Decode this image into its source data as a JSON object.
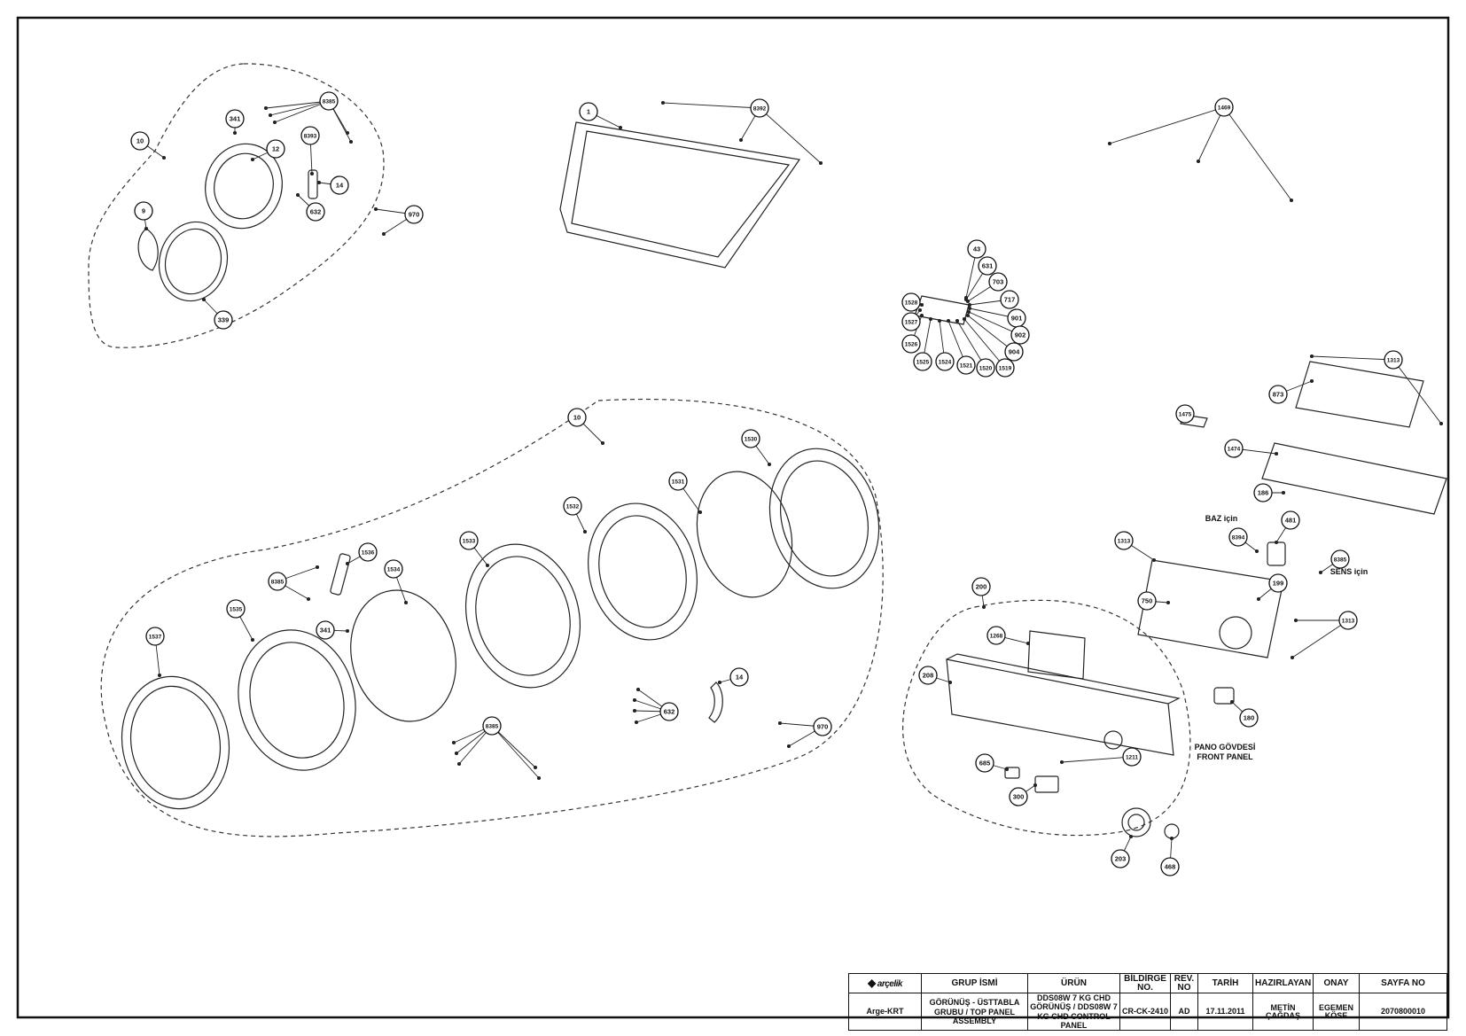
{
  "labels": {
    "group_a": [
      "10",
      "341",
      "8385",
      "8393",
      "12",
      "14",
      "632",
      "9",
      "970",
      "339"
    ],
    "top_panel": [
      "1",
      "8392"
    ],
    "top_right": [
      "1469"
    ],
    "fan": [
      "43",
      "631",
      "703",
      "717",
      "901",
      "902",
      "904",
      "1519",
      "1520",
      "1521",
      "1524",
      "1525",
      "1526",
      "1527",
      "1528"
    ],
    "electronics": [
      "1313",
      "873",
      "1475",
      "1474",
      "186",
      "481",
      "8394",
      "8385",
      "1313",
      "199",
      "750",
      "1313",
      "180"
    ],
    "group_b": [
      "10",
      "1530",
      "1531",
      "1532",
      "1533",
      "1536",
      "8385",
      "1534",
      "1535",
      "341",
      "1537",
      "632",
      "14",
      "8385",
      "970"
    ],
    "control_panel": [
      "200",
      "1268",
      "208",
      "1211",
      "685",
      "300",
      "203",
      "468"
    ]
  },
  "notes": {
    "baz": "BAZ için",
    "sens": "SENS için",
    "pano_line1": "PANO GÖVDESİ",
    "pano_line2": "FRONT PANEL"
  },
  "title_block": {
    "logo": "arçelik",
    "headers": {
      "grup": "GRUP İSMİ",
      "urun": "ÜRÜN",
      "bildirge": "BİLDİRGE NO.",
      "rev": "REV. NO",
      "tarih": "TARİH",
      "hazirlayan": "HAZIRLAYAN",
      "onay": "ONAY",
      "sayfa": "SAYFA NO"
    },
    "values": {
      "department": "Arge-KRT",
      "grup": "GÖRÜNÜŞ - ÜSTTABLA GRUBU / TOP PANEL ASSEMBLY",
      "urun": "DDS08W 7 KG CHD GÖRÜNÜŞ / DDS08W 7 KG CHD CONTROL PANEL",
      "bildirge": "CR-CK-2410",
      "rev": "AD",
      "tarih": "17.11.2011",
      "hazirlayan": "METİN ÇAĞDAŞ",
      "onay": "EGEMEN KÖSE",
      "sayfa": "2070800010"
    }
  }
}
